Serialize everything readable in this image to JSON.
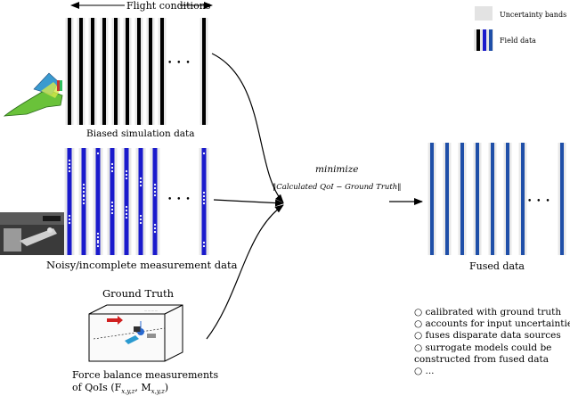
{
  "labels": {
    "flight_conditions": "Flight conditions",
    "biased_sim": "Biased simulation data",
    "noisy": "Noisy/incomplete measurement data",
    "ground_truth": "Ground Truth",
    "force_balance_1": "Force balance measurements",
    "force_balance_2": "of QoIs (F",
    "force_balance_sub1": "x,y,z",
    "force_balance_mid": ", M",
    "force_balance_sub2": "x,y,z",
    "force_balance_end": ")",
    "minimize": "minimize",
    "objective": "‖Calculated QoI − Ground Truth‖",
    "fused": "Fused data",
    "ellipsis": "• • •"
  },
  "legend": {
    "uncertainty": "Uncertainty bands",
    "field": "Field data"
  },
  "bullets": [
    "○ calibrated with ground truth",
    "○ accounts for input uncertainties",
    "○ fuses disparate data sources",
    "○ surrogate models could be",
    "constructed from fused data",
    "○ ..."
  ],
  "colors": {
    "band": "#e8e8e8",
    "sim_line": "#000000",
    "meas_line": "#1a1acc",
    "fused_line": "#1f4fa8",
    "dots": "#ffffff"
  },
  "icons": [
    "aircraft-wing-icon",
    "wind-tunnel-photo",
    "force-balance-diagram"
  ]
}
